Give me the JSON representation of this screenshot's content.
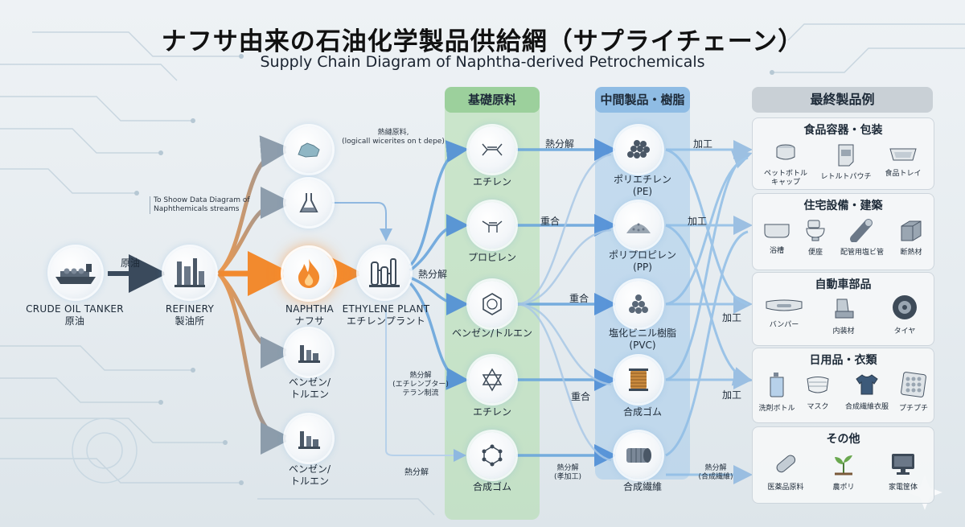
{
  "title": "ナフサ由来の石油化学製品供給網（サプライチェーン）",
  "subtitle": "Supply Chain Diagram of Naphtha-derived Petrochemicals",
  "columns": {
    "raw": "基礎原料",
    "mid": "中間製品・樹脂",
    "final": "最終製品例"
  },
  "source": {
    "tanker": {
      "en": "CRUDE OIL TANKER",
      "ja": "原油",
      "icon": "tanker-icon"
    },
    "refinery": {
      "en": "REFINERY",
      "ja": "製油所",
      "icon": "refinery-icon"
    },
    "naphtha": {
      "en": "NAPHTHA",
      "ja": "ナフサ",
      "icon": "flame-icon"
    },
    "plant": {
      "en": "ETHYLENE PLANT",
      "ja": "エチレンプラント",
      "icon": "plant-icon"
    }
  },
  "branches": {
    "b1_icon": "rock-icon",
    "b2_icon": "flask-icon",
    "b3": "ベンゼン/\nトルエン",
    "b4": "ベンゼン/\nトルエン"
  },
  "notes": {
    "diagram_note": "To Shoow Data Diagram of\nNaphthemicals streams",
    "top_note": "熱縺原料,\n(logicall wicerites on t depe)"
  },
  "raw": [
    {
      "label": "エチレン",
      "icon": "ethylene-formula-icon"
    },
    {
      "label": "プロピレン",
      "icon": "propylene-formula-icon"
    },
    {
      "label": "ベンゼン/トルエン",
      "icon": "benzene-ring-icon"
    },
    {
      "label": "エチレン",
      "icon": "hexagram-icon"
    },
    {
      "label": "合成ゴム",
      "icon": "molecule-icon"
    }
  ],
  "mid": [
    {
      "label": "ポリエチレン\n(PE)",
      "icon": "pellets-icon"
    },
    {
      "label": "ポリプロピレン\n(PP)",
      "icon": "powder-icon"
    },
    {
      "label": "塩化ビニル樹脂\n(PVC)",
      "icon": "granules-icon"
    },
    {
      "label": "合成ゴム",
      "icon": "rubber-spool-icon"
    },
    {
      "label": "合成繊維",
      "icon": "fiber-roll-icon"
    }
  ],
  "edges": {
    "crude": "原油",
    "crack1": "熱分解",
    "plant_crack": "熱分解",
    "poly1": "重合",
    "poly2": "重合",
    "poly3": "重合",
    "side_note": "熱分解\n(エチレンブター)\nテラン制流",
    "crack_bottom": "熱分解",
    "crack_mid": "熱分解\n(孝加工)",
    "proc1": "加工",
    "proc2": "加工",
    "proc3": "加工",
    "proc4": "加工",
    "proc5": "熱分解\n(合成繊維)"
  },
  "final": [
    {
      "title": "食品容器・包装",
      "items": [
        {
          "label": "ペットボトル\nキャップ",
          "icon": "bottle-cap-icon"
        },
        {
          "label": "レトルトパウチ",
          "icon": "pouch-icon"
        },
        {
          "label": "食品トレイ",
          "icon": "tray-icon"
        }
      ]
    },
    {
      "title": "住宅設備・建築",
      "items": [
        {
          "label": "浴槽",
          "icon": "bathtub-icon"
        },
        {
          "label": "便座",
          "icon": "toilet-icon"
        },
        {
          "label": "配管用塩ビ管",
          "icon": "pipe-icon"
        },
        {
          "label": "断熱材",
          "icon": "insulation-icon"
        }
      ]
    },
    {
      "title": "自動車部品",
      "items": [
        {
          "label": "バンパー",
          "icon": "bumper-icon"
        },
        {
          "label": "内装材",
          "icon": "car-seat-icon"
        },
        {
          "label": "タイヤ",
          "icon": "tire-icon"
        }
      ]
    },
    {
      "title": "日用品・衣類",
      "items": [
        {
          "label": "洗剤ボトル",
          "icon": "detergent-bottle-icon"
        },
        {
          "label": "マスク",
          "icon": "mask-icon"
        },
        {
          "label": "合成繊維衣服",
          "icon": "shirt-icon"
        },
        {
          "label": "プチプチ",
          "icon": "bubble-wrap-icon"
        }
      ]
    },
    {
      "title": "その他",
      "items": [
        {
          "label": "医薬品原料",
          "icon": "capsule-icon"
        },
        {
          "label": "農ポリ",
          "icon": "sprout-icon"
        },
        {
          "label": "家電筐体",
          "icon": "monitor-icon"
        }
      ]
    }
  ],
  "colors": {
    "orange": "#f28a2e",
    "blue": "#4f8ed6",
    "green": "#8fc98a",
    "navy": "#1d2a38"
  }
}
